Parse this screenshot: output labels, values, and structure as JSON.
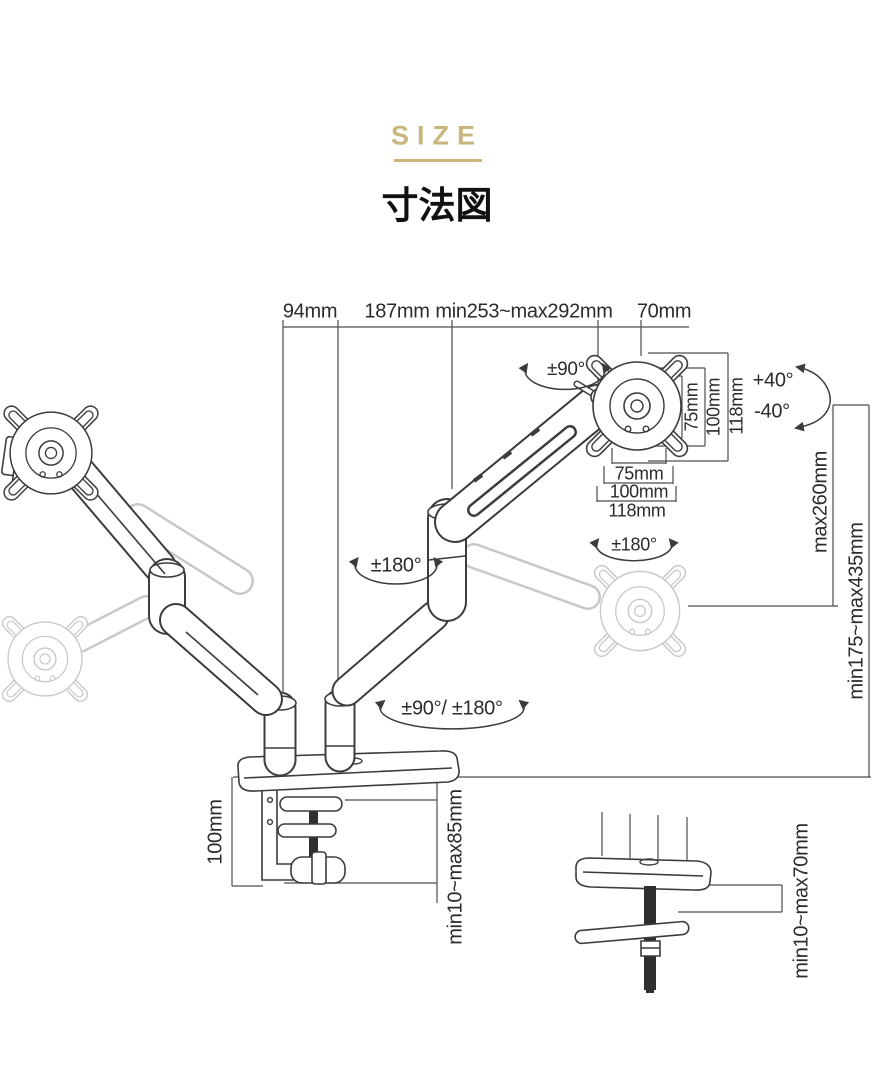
{
  "header": {
    "eyebrow": "SIZE",
    "title": "寸法図"
  },
  "colors": {
    "accent": "#c9b67c",
    "line": "#3c3c3c",
    "dim_line": "#4d4d4d",
    "ghost": "#c8c8c8",
    "background": "#ffffff"
  },
  "dimensions": {
    "top": [
      "94mm",
      "187mm",
      "min253~max292mm",
      "70mm"
    ],
    "vesa_plate_vertical": [
      "75mm",
      "100mm",
      "118mm"
    ],
    "vesa_plate_horizontal": [
      "75mm",
      "100mm",
      "118mm"
    ],
    "lift_max": "max260mm",
    "height_range": "min175~max435mm",
    "clamp_height": "100mm",
    "clamp_desk_thickness": "min10~max85mm",
    "grommet_desk_thickness": "min10~max70mm"
  },
  "angles": {
    "vesa_rotation": "±90°",
    "tilt_up": "+40°",
    "tilt_down": "-40°",
    "forearm_swivel": "±180°",
    "elbow_swivel": "±180°",
    "base_swivel": "±90°/ ±180°"
  }
}
